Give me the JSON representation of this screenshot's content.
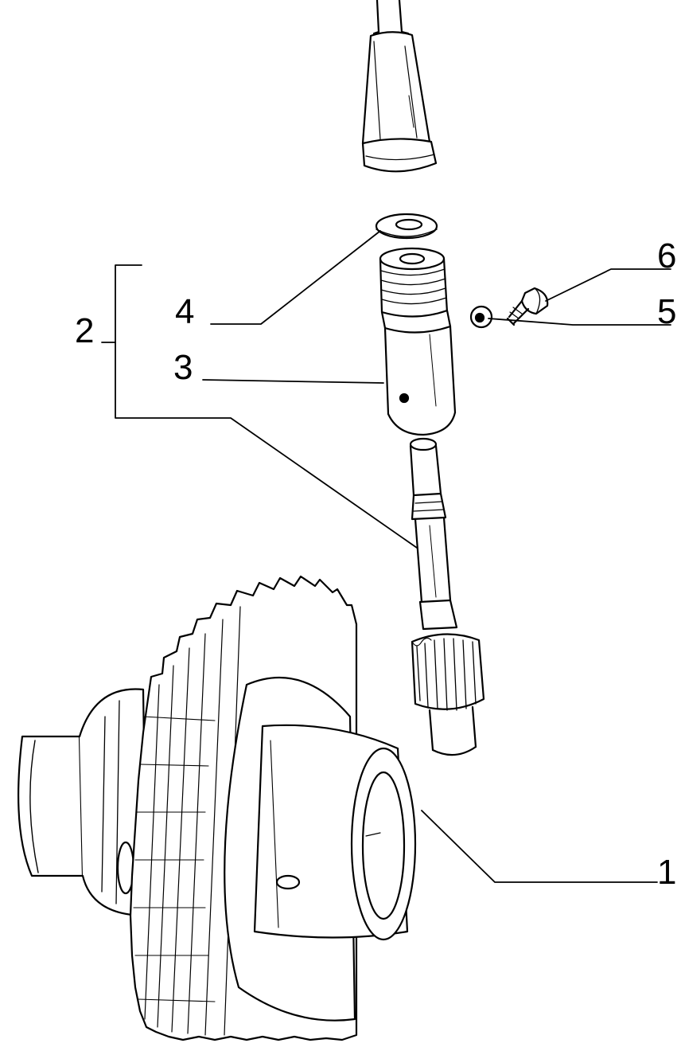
{
  "callouts": {
    "c1": "1",
    "c2": "2",
    "c3": "3",
    "c4": "4",
    "c5": "5",
    "c6": "6"
  },
  "style": {
    "line_color": "#000000",
    "background": "#ffffff"
  }
}
